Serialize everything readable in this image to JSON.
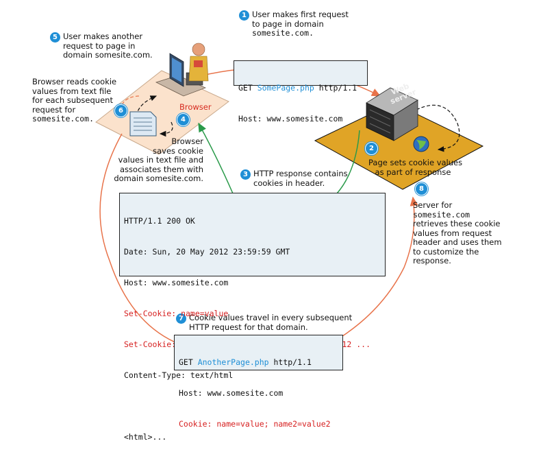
{
  "steps": [
    {
      "num": "1",
      "lines": [
        "User makes first request",
        "to page in  domain",
        "somesite.com."
      ]
    },
    {
      "num": "2",
      "lines": [
        "Page sets cookie values",
        "as part of response"
      ]
    },
    {
      "num": "3",
      "lines": [
        "HTTP response contains",
        "cookies in header."
      ]
    },
    {
      "num": "4",
      "lines": [
        "Browser",
        "saves cookie",
        "values in text file and",
        "associates them with",
        "domain somesite.com."
      ]
    },
    {
      "num": "5",
      "lines": [
        "User makes another",
        "request to page in",
        "domain somesite.com."
      ]
    },
    {
      "num": "6",
      "lines": [
        "Browser reads cookie",
        "values from text file",
        "for each subsequent",
        "request for",
        "somesite.com."
      ]
    },
    {
      "num": "7",
      "lines": [
        "Cookie values travel in every subsequent",
        "HTTP request for that domain."
      ]
    },
    {
      "num": "8",
      "lines": [
        "Server for",
        "somesite.com",
        "retrieves these cookie",
        "values from request",
        "header and uses them",
        "to customize the",
        "response."
      ]
    }
  ],
  "labels": {
    "browser": "Browser",
    "web_server_1": "Web",
    "web_server_2": "server"
  },
  "request1": {
    "method": "GET ",
    "page": "SomePage.php",
    "version": " http/1.1",
    "host": "Host: www.somesite.com"
  },
  "response": {
    "status": "HTTP/1.1 200 OK",
    "date": "Date: Sun, 20 May 2012 23:59:59 GMT",
    "host": "Host: www.somesite.com",
    "cookie1": "Set-Cookie: name=value",
    "cookie2": "Set-Cookie: name2=value2;Expires=Sun,27 May 2012 ...",
    "content_type": "Content-Type: text/html",
    "html": "<html>..."
  },
  "request2": {
    "method": "GET ",
    "page": "AnotherPage.php",
    "version": " http/1.1",
    "host": "Host: www.somesite.com",
    "cookie": "Cookie: name=value; name2=value2"
  },
  "colors": {
    "accent_blue": "#1f8fd6",
    "request_arc": "#e8734a",
    "response_arc": "#2a9a4a",
    "cookie_red": "#d61f1f",
    "server_platform": "#e0a426",
    "browser_platform": "#fbe2cc"
  }
}
